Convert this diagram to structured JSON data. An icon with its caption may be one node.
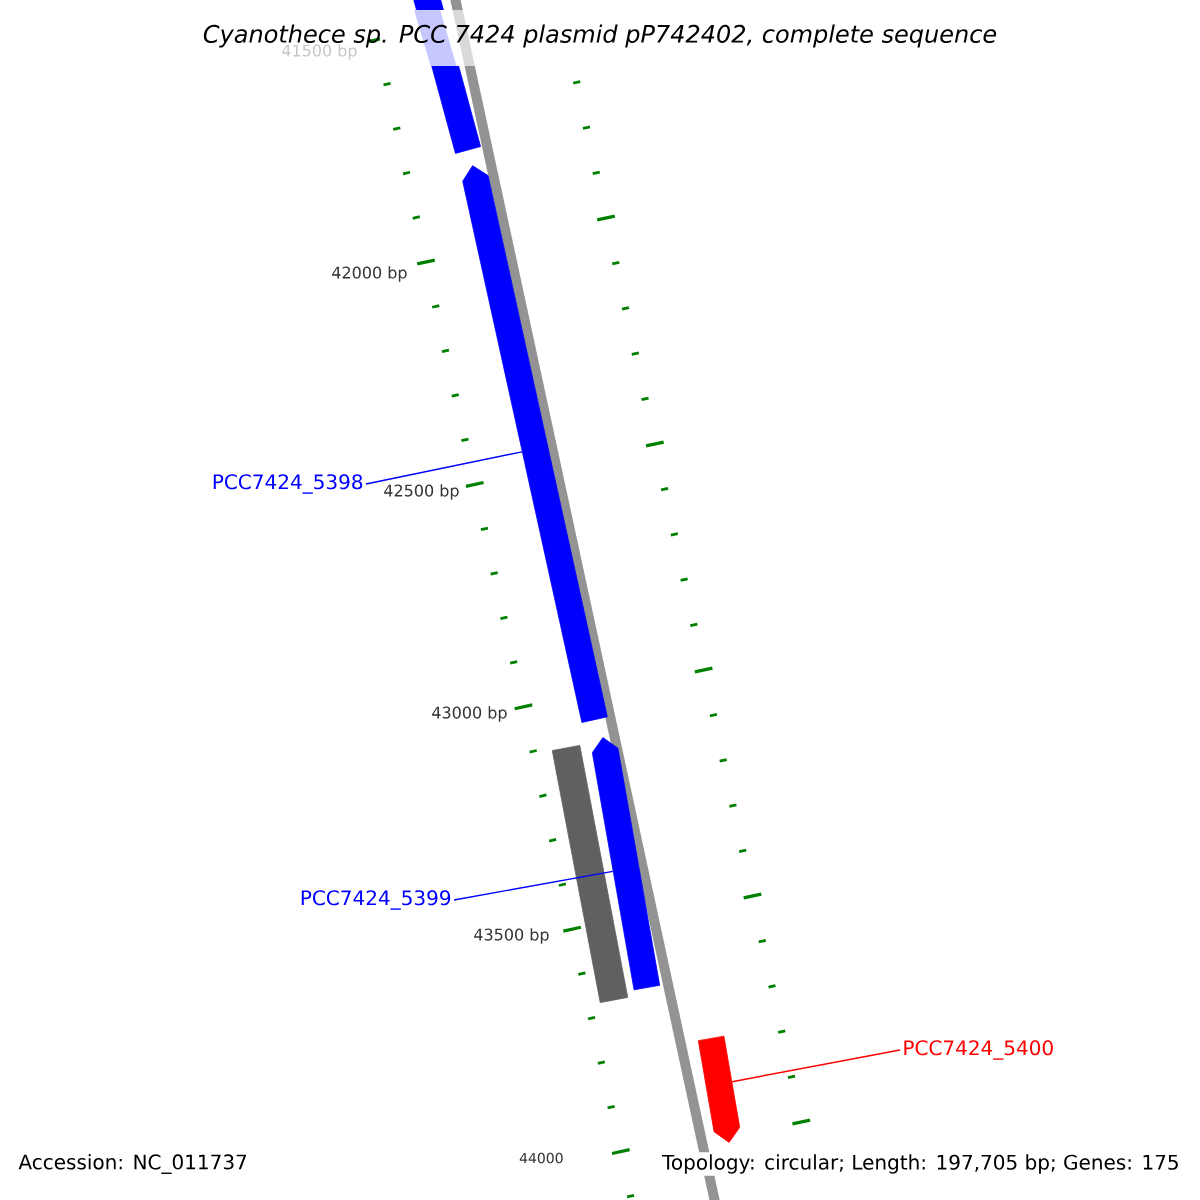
{
  "diagram": {
    "title": "Cyanothece sp. PCC 7424 plasmid pP742402, complete sequence",
    "nodes": [
      {
        "text": [
          "PCC7424_5398"
        ]
      },
      {
        "text": [],
        "shape": "bar"
      },
      {
        "text": [],
        "shape": "bar"
      },
      {
        "text": [
          "PCC7424_5399"
        ]
      },
      {
        "text": [],
        "shape": "bar"
      },
      {
        "text": [],
        "shape": "bar"
      },
      {
        "text": [
          "PCC7424_5400"
        ]
      },
      {
        "text": [],
        "shape": "bar"
      }
    ],
    "edges": [
      {
        "from": 0,
        "to": 2,
        "arrow": "none"
      },
      {
        "from": 3,
        "to": 5,
        "arrow": "none"
      },
      {
        "from": 6,
        "to": 7,
        "arrow": "none",
        "color": "#ff0000"
      }
    ],
    "labels": [
      "41500 bp",
      "42000 bp",
      "42500 bp",
      "43000 bp",
      "43500 bp",
      "44000",
      "Accession: NC_011737",
      "Topology: circular; Length: 197,705 bp; Genes: 175"
    ]
  }
}
